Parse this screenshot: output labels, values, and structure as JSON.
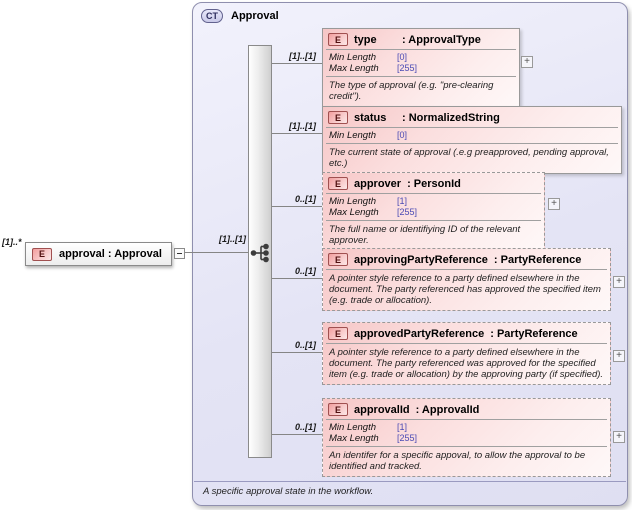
{
  "ui": {
    "expand_glyph": "+"
  },
  "colors": {
    "element_pink": "#f6c6c6",
    "container_lavender": "#e4e4f5",
    "facet_value_blue": "#4a4ab4",
    "badge_border_red": "#a05050"
  },
  "root": {
    "cardinality": "[1]..*",
    "badge": "E",
    "label": "approval : Approval"
  },
  "container": {
    "badge": "CT",
    "title": "Approval",
    "child_cardinality": "[1]..[1]",
    "annotation": "A specific approval state in the workflow."
  },
  "elements": [
    {
      "badge": "E",
      "name": "type",
      "type": ": ApprovalType",
      "cardinality": "[1]..[1]",
      "facets": [
        {
          "label": "Min Length",
          "value": "[0]"
        },
        {
          "label": "Max Length",
          "value": "[255]"
        }
      ],
      "annotation": "The type of approval (e.g. \"pre-clearing credit\")."
    },
    {
      "badge": "E",
      "name": "status",
      "type": ": NormalizedString",
      "cardinality": "[1]..[1]",
      "facets": [
        {
          "label": "Min Length",
          "value": "[0]"
        }
      ],
      "annotation": "The current state of approval (.e.g preapproved, pending approval, etc.)"
    },
    {
      "badge": "E",
      "name": "approver",
      "type": ": PersonId",
      "cardinality": "0..[1]",
      "facets": [
        {
          "label": "Min Length",
          "value": "[1]"
        },
        {
          "label": "Max Length",
          "value": "[255]"
        }
      ],
      "annotation": "The full name or identifiying ID of the relevant approver."
    },
    {
      "badge": "E",
      "name": "approvingPartyReference",
      "type": ": PartyReference",
      "cardinality": "0..[1]",
      "facets": [],
      "annotation": "A pointer style reference to a party defined elsewhere in the document. The party referenced has approved the specified item (e.g. trade or allocation)."
    },
    {
      "badge": "E",
      "name": "approvedPartyReference",
      "type": ": PartyReference",
      "cardinality": "0..[1]",
      "facets": [],
      "annotation": "A pointer style reference to a party defined elsewhere in the document. The party referenced was approved for the specified item (e.g. trade or allocation) by the approving party (if specified)."
    },
    {
      "badge": "E",
      "name": "approvalId",
      "type": ": ApprovalId",
      "cardinality": "0..[1]",
      "facets": [
        {
          "label": "Min Length",
          "value": "[1]"
        },
        {
          "label": "Max Length",
          "value": "[255]"
        }
      ],
      "annotation": "An identifer for a specific appoval, to allow the approval to be identified and tracked."
    }
  ]
}
